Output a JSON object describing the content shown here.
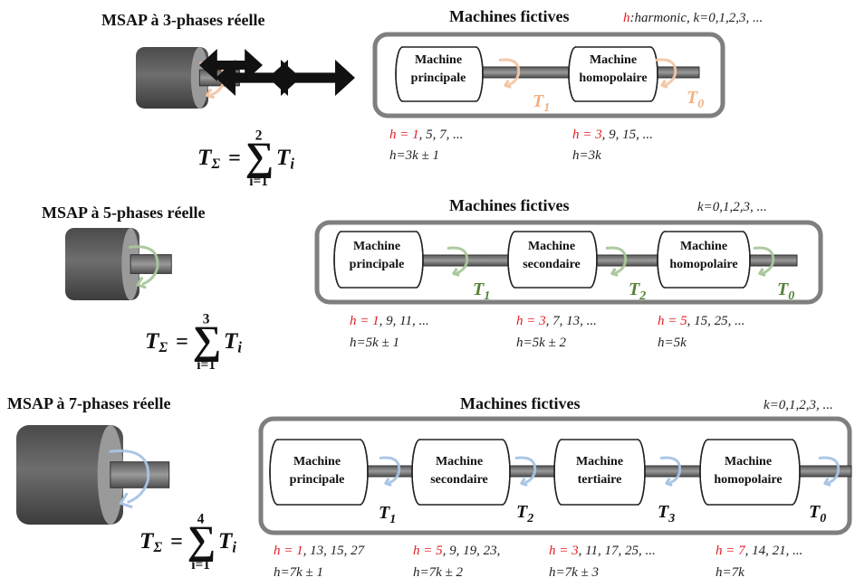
{
  "colors": {
    "motor_body": "#606060",
    "motor_face": "#9a9a9a",
    "shaft": "#7f7f7f",
    "frame": "#7f7f7f",
    "harmonic_red": "#e31b23",
    "arrow_orange": "#f3c6a5",
    "t_orange": "#f4b183",
    "arrow_green": "#a9c79a",
    "t_green": "#548235",
    "arrow_blue": "#a8c4e4",
    "t_black": "#111111"
  },
  "sections": [
    {
      "title": "MSAP à 3-phases réelle",
      "fictive_title": "Machines fictives",
      "k_prefix": "h",
      "k_text": ":harmonic, k=0,1,2,3, ...",
      "formula": {
        "sym": "T",
        "sub": "Σ",
        "sum_top": "2",
        "sum_bottom": "i=1",
        "term": "T",
        "term_sub": "i"
      },
      "machines": [
        {
          "label_lines": [
            "Machine",
            "principale"
          ],
          "torque": "T",
          "torque_sub": "1"
        },
        {
          "label_lines": [
            "Machine",
            "homopolaire"
          ],
          "torque": "T",
          "torque_sub": "0"
        }
      ],
      "harmonics": [
        {
          "red": "h = 1",
          "rest": ", 5, 7, ...",
          "rule": "h=3k ± 1"
        },
        {
          "red": "h = 3",
          "rest": ", 9, 15, ...",
          "rule": "h=3k"
        }
      ]
    },
    {
      "title": "MSAP à 5-phases réelle",
      "fictive_title": "Machines fictives",
      "k_prefix": "",
      "k_text": "k=0,1,2,3, ...",
      "formula": {
        "sym": "T",
        "sub": "Σ",
        "sum_top": "3",
        "sum_bottom": "i=1",
        "term": "T",
        "term_sub": "i"
      },
      "machines": [
        {
          "label_lines": [
            "Machine",
            "principale"
          ],
          "torque": "T",
          "torque_sub": "1"
        },
        {
          "label_lines": [
            "Machine",
            "secondaire"
          ],
          "torque": "T",
          "torque_sub": "2"
        },
        {
          "label_lines": [
            "Machine",
            "homopolaire"
          ],
          "torque": "T",
          "torque_sub": "0"
        }
      ],
      "harmonics": [
        {
          "red": "h = 1",
          "rest": ", 9, 11, ...",
          "rule": "h=5k ± 1"
        },
        {
          "red": "h = 3",
          "rest": ", 7, 13, ...",
          "rule": "h=5k ± 2"
        },
        {
          "red": "h = 5",
          "rest": ", 15, 25, ...",
          "rule": "h=5k"
        }
      ]
    },
    {
      "title": "MSAP à 7-phases réelle",
      "fictive_title": "Machines fictives",
      "k_prefix": "",
      "k_text": "k=0,1,2,3, ...",
      "formula": {
        "sym": "T",
        "sub": "Σ",
        "sum_top": "4",
        "sum_bottom": "i=1",
        "term": "T",
        "term_sub": "i"
      },
      "machines": [
        {
          "label_lines": [
            "Machine",
            "principale"
          ],
          "torque": "T",
          "torque_sub": "1"
        },
        {
          "label_lines": [
            "Machine",
            "secondaire"
          ],
          "torque": "T",
          "torque_sub": "2"
        },
        {
          "label_lines": [
            "Machine",
            "tertiaire"
          ],
          "torque": "T",
          "torque_sub": "3"
        },
        {
          "label_lines": [
            "Machine",
            "homopolaire"
          ],
          "torque": "T",
          "torque_sub": "0"
        }
      ],
      "harmonics": [
        {
          "red": "h = 1",
          "rest": ", 13, 15, 27",
          "rule": "h=7k ± 1"
        },
        {
          "red": "h = 5",
          "rest": ", 9, 19, 23,",
          "rule": "h=7k ± 2"
        },
        {
          "red": "h = 3",
          "rest": ", 11, 17, 25, ...",
          "rule": "h=7k ± 3"
        },
        {
          "red": "h = 7",
          "rest": ", 14, 21, ...",
          "rule": "h=7k"
        }
      ]
    }
  ]
}
